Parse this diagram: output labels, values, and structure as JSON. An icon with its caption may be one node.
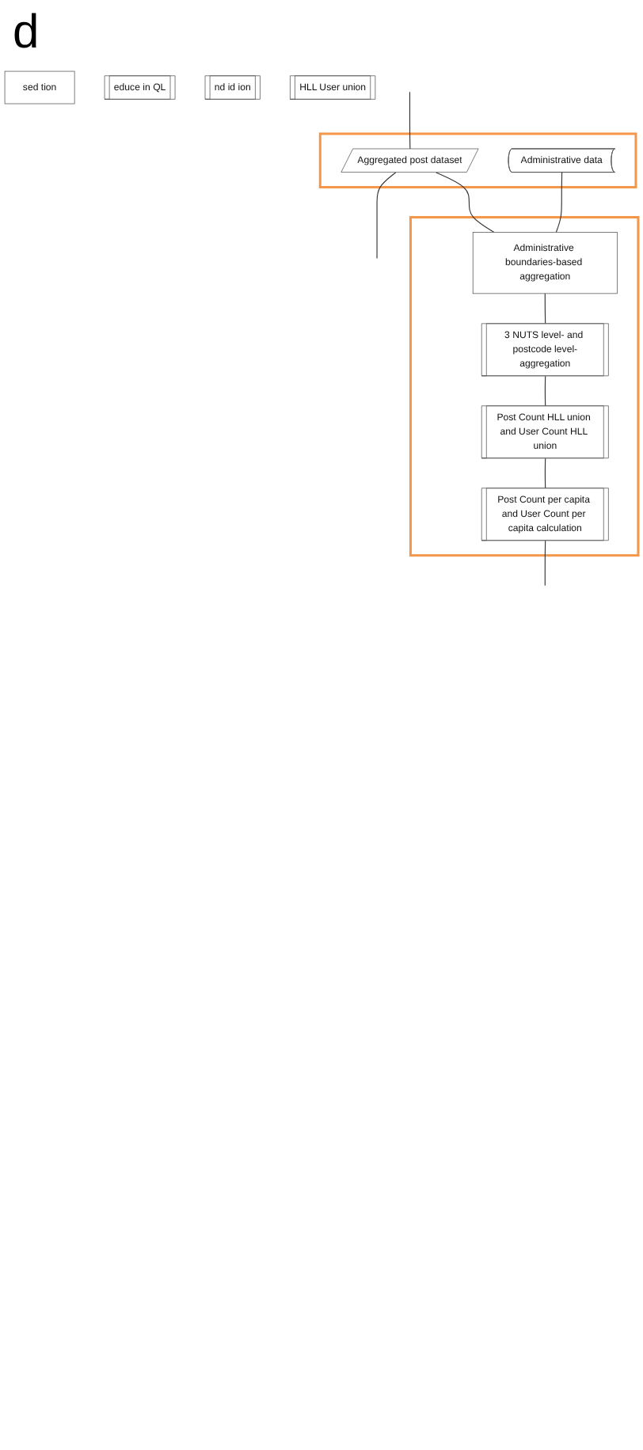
{
  "diagram": {
    "nodes": [
      {
        "text": [],
        "shape": "box"
      },
      {
        "text": [
          "Aggregated post dataset"
        ],
        "in": 0
      },
      {
        "text": [
          "Administrative data"
        ],
        "in": 0
      },
      {
        "text": [
          "sed tion"
        ]
      },
      {
        "text": [],
        "shape": "box"
      },
      {
        "text": [
          "Administrative boundaries-based aggregation"
        ],
        "in": 4
      },
      {
        "text": [
          "educe in QL"
        ]
      },
      {
        "text": [
          "3 NUTS level- and postcode level-aggregation"
        ],
        "in": 4
      },
      {
        "text": [
          "nd id ion"
        ]
      },
      {
        "text": [
          "Post Count HLL union and User Count HLL union"
        ],
        "in": 4
      },
      {
        "text": [
          "HLL User union"
        ]
      },
      {
        "text": [
          "Post Count per capita and User Count per capita calculation"
        ],
        "in": 4
      }
    ],
    "edges": [
      {
        "from": null,
        "to": 1,
        "arrow": "none"
      },
      {
        "from": 1,
        "to": null,
        "arrow": "none"
      },
      {
        "from": 1,
        "to": 5,
        "arrow": "none"
      },
      {
        "from": 2,
        "to": 5,
        "arrow": "none"
      },
      {
        "from": 5,
        "to": 7,
        "arrow": "none"
      },
      {
        "from": 7,
        "to": 9,
        "arrow": "none"
      },
      {
        "from": 9,
        "to": 11,
        "arrow": "none"
      },
      {
        "from": 11,
        "to": null,
        "arrow": "none"
      }
    ],
    "labels": [
      "d"
    ]
  }
}
